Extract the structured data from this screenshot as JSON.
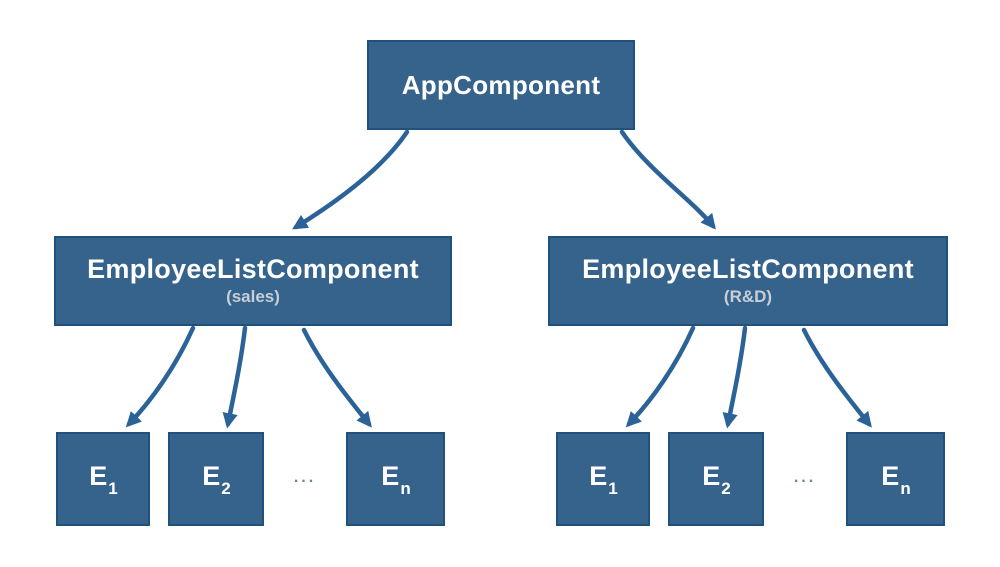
{
  "diagram": {
    "root": {
      "label": "AppComponent"
    },
    "branches": [
      {
        "label": "EmployeeListComponent",
        "sublabel": "(sales)",
        "ellipsis": "...",
        "children": [
          {
            "base": "E",
            "sub": "1"
          },
          {
            "base": "E",
            "sub": "2"
          },
          {
            "base": "E",
            "sub": "n"
          }
        ]
      },
      {
        "label": "EmployeeListComponent",
        "sublabel": "(R&D)",
        "ellipsis": "...",
        "children": [
          {
            "base": "E",
            "sub": "1"
          },
          {
            "base": "E",
            "sub": "2"
          },
          {
            "base": "E",
            "sub": "n"
          }
        ]
      }
    ],
    "colors": {
      "box_fill": "#35638c",
      "box_border": "#20507c",
      "arrow": "#2b6298",
      "title_text": "#ffffff",
      "subtitle_text": "#c7ced6",
      "ellipsis_text": "#6f8296",
      "background": "#ffffff"
    }
  }
}
